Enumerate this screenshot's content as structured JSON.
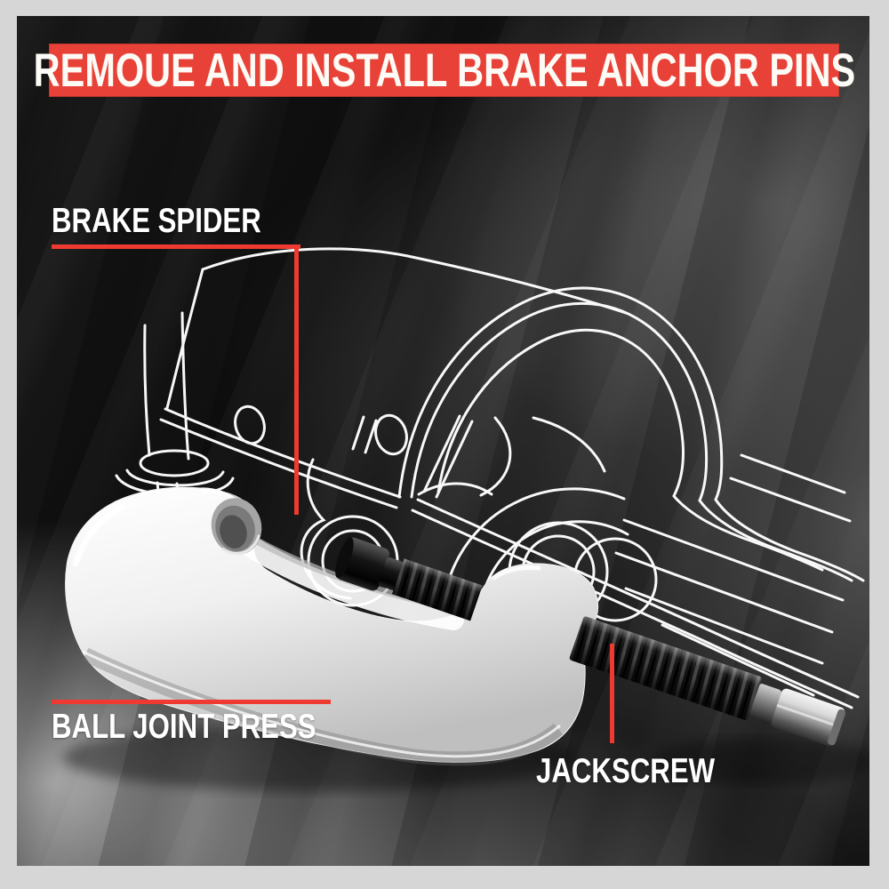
{
  "banner": {
    "title": "REMOUE AND INSTALL BRAKE ANCHOR PINS"
  },
  "callouts": {
    "brake_spider": {
      "label": "BRAKE SPIDER"
    },
    "ball_joint_press": {
      "label": "BALL JOINT PRESS"
    },
    "jackscrew": {
      "label": "JACKSCREW"
    }
  },
  "colors": {
    "banner_red": "#e84238",
    "callout_red": "#ee3a30",
    "outer_frame_gray": "#d6d6d6",
    "wireframe_white": "#ffffff",
    "tool_body_silver": "#ececec",
    "screw_black": "#141414"
  },
  "subjects": {
    "wireframe_illustration": "brake spider line drawing",
    "tool_photo": "ball joint press with jackscrew"
  }
}
